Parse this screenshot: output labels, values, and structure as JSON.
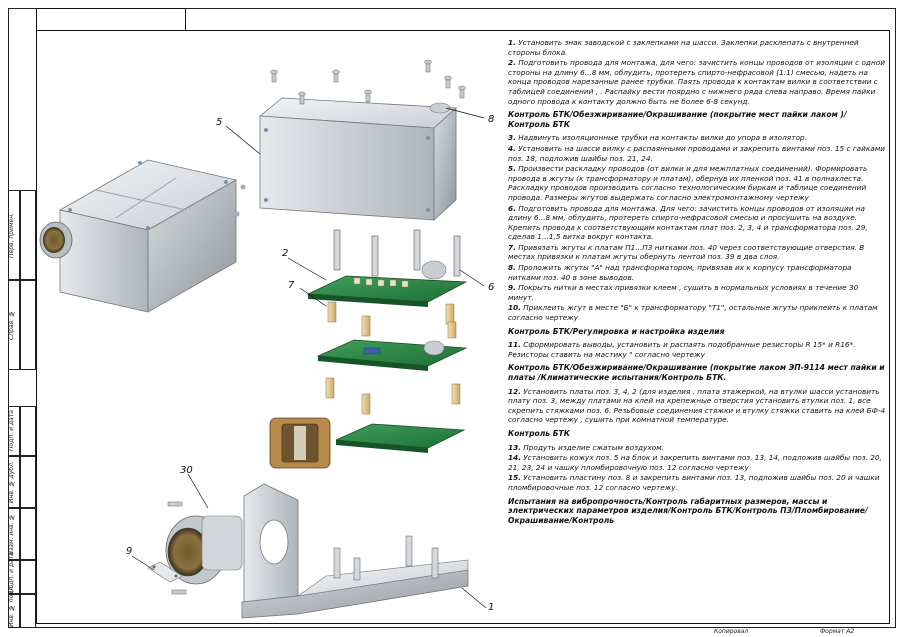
{
  "callouts": {
    "c5": "5",
    "c8": "8",
    "c2": "2",
    "c7": "7",
    "c6": "6",
    "c30": "30",
    "c9": "9",
    "c1": "1"
  },
  "notes": [
    {
      "kind": "step",
      "num": "1.",
      "text": "Установить знак заводской с заклепками на шасси. Заклепки расклепать с внутренней стороны блока."
    },
    {
      "kind": "step",
      "num": "2.",
      "text": "Подготовить провода для монтажа, для чего: зачистить концы проводов от изоляции с одной стороны на длину 6...8 мм, облудить, протереть спирто-нефрасовой (1:1) смесью, надеть на конца проводов нарезанные ранее трубки. Паять провода к контактам вилки в соответствии с таблицей соединений ,                    . Распайку вести поярдно с нижнего ряда слева направо. Время пайки одного провода к контакту должно быть не более 6-8 секунд."
    },
    {
      "kind": "ctrl",
      "text": "Контроль БТК/Обезжиривание/Окрашивание (покрытие мест пайки лаком             )/Контроль БТК"
    },
    {
      "kind": "step",
      "num": "3.",
      "text": "Надвинуть изоляционные трубки на контакты вилки до упора в изолятор."
    },
    {
      "kind": "step",
      "num": "4.",
      "text": "Установить на шасси вилку с распаянными проводами и закрепить винтами поз. 15 с гайками поз. 18, подложив шайбы поз. 21, 24."
    },
    {
      "kind": "step",
      "num": "5.",
      "text": "Произвести раскладку проводов (от вилки и для межплатных соединений). Формировать провода в жгуты (к трансформатору и платам), обернув их пленкой поз. 41 в полнахлеста. Раскладку проводов производить согласно технологическим биркам и таблице соединений провода. Размеры жгутов выдержать согласно электромонтажному чертежу"
    },
    {
      "kind": "step",
      "num": "6.",
      "text": "Подготовить провода для монтажа. Для чего: зачистить концы проводов от изоляции на длину 6...8 мм, облудить, протереть спирто-нефрасовой смесью и просушить на воздухе. Крепить провода к соответствующим контактам плат поз. 2, 3, 4 и трансформатора поз. 29, сделав 1...1,5 витка вокруг контакта."
    },
    {
      "kind": "step",
      "num": "7.",
      "text": "Привязать жгуты к платам П1...П3 нитками поз. 40 через соответствующие отверстия. В местах привязки к платам жгуты обернуть лентой поз. 39 в два слоя."
    },
    {
      "kind": "step",
      "num": "8.",
      "text": "Проложить жгуты \"А\" над трансформатором, привязав их к корпусу трансформатора нитками поз. 40 в зоне выводов."
    },
    {
      "kind": "step",
      "num": "9.",
      "text": "Покрыть нитки в местах привязки клеем          , сушить в нормальных условиях в течение 30 минут."
    },
    {
      "kind": "step",
      "num": "10.",
      "text": "Приклеить жгут в месте \"Б\" к трансформатору \"Т1\", остальные жгуты приклеить к платам согласно чертежу"
    },
    {
      "kind": "ctrl",
      "text": "Контроль БТК/Регулировка и настройка изделия"
    },
    {
      "kind": "step",
      "num": "11.",
      "text": "Сформировать выводы, установить и распаять подобранные резисторы R 15* и R16*. Резисторы ставить на мастику          \" согласно чертежу"
    },
    {
      "kind": "ctrl",
      "text": "Контроль БТК/Обезжиривание/Окрашивание (покрытие лаком ЭП-9114 мест пайки и платы /Климатические испытания/Контроль БТК."
    },
    {
      "kind": "step",
      "num": "12.",
      "text": "Установить платы поз. 3, 4, 2 (для изделия .          плата                    этажеркой, на втулки шасси установить плату поз. 3, между платами на клей          на крепежные отверстия установить втулки поз. 1, все скрепить стяжками поз. 6. Резьбовые соединения стяжки и втулку стяжки ставить на клей БФ-4 согласно чертежу                               , сушить при комнатной температуре."
    },
    {
      "kind": "ctrl",
      "text": "Контроль БТК"
    },
    {
      "kind": "step",
      "num": "13.",
      "text": "Продуть изделие сжатым воздухом."
    },
    {
      "kind": "step",
      "num": "14.",
      "text": "Установить кожух поз. 5 на блок и закрепить винтами поз. 13, 14, подложив шайбы поз. 20, 21, 23, 24 и чашку пломбировочную поз. 12 согласно чертежу"
    },
    {
      "kind": "step",
      "num": "15.",
      "text": "Установить пластину поз. 8 и закрепить винтами поз. 13, подложив шайбы поз. 20 и чашки пломбировочные поз. 12 согласно чертежу."
    },
    {
      "kind": "ctrl",
      "text": "Испытания на вибропрочность/Контроль габаритных размеров, массы и электрических параметров изделия/Контроль БТК/Контроль ПЗ/Пломбирование/Окрашивание/Контроль"
    }
  ],
  "footer": {
    "copied": "Копировал",
    "format": "Формат  А2"
  },
  "side_labels": [
    "Перв. примен.",
    "Справ. №",
    "Подп. и дата",
    "Инв. № дубл.",
    "Взам. инв. №",
    "Подп. и дата",
    "Инв. № подл."
  ]
}
